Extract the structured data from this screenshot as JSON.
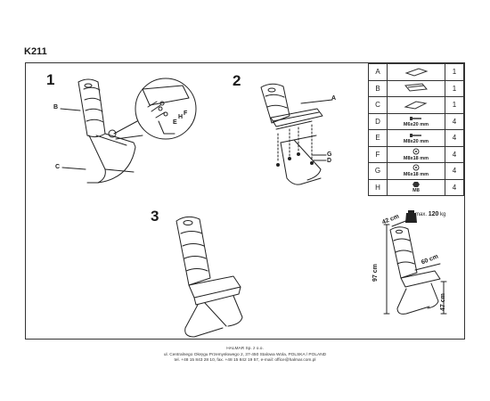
{
  "model": "K211",
  "steps": [
    "1",
    "2",
    "3"
  ],
  "callouts": {
    "step1": [
      "B",
      "C",
      "E",
      "F",
      "H"
    ],
    "step2": [
      "A",
      "G",
      "D"
    ]
  },
  "parts": [
    {
      "code": "A",
      "spec": "",
      "qty": "1",
      "icon": "seat-icon"
    },
    {
      "code": "B",
      "spec": "",
      "qty": "1",
      "icon": "backrest-icon"
    },
    {
      "code": "C",
      "spec": "",
      "qty": "1",
      "icon": "frame-icon"
    },
    {
      "code": "D",
      "spec": "M6x20 mm",
      "qty": "4",
      "icon": "bolt-icon"
    },
    {
      "code": "E",
      "spec": "M8x20 mm",
      "qty": "4",
      "icon": "bolt-icon"
    },
    {
      "code": "F",
      "spec": "M8x18 mm",
      "qty": "4",
      "icon": "washer-icon"
    },
    {
      "code": "G",
      "spec": "M6x18 mm",
      "qty": "4",
      "icon": "washer-icon"
    },
    {
      "code": "H",
      "spec": "M8",
      "qty": "4",
      "icon": "nut-icon"
    }
  ],
  "max_load": {
    "prefix": "max.",
    "value": "120",
    "unit": "kg"
  },
  "dimensions": {
    "width": "42 cm",
    "depth": "60 cm",
    "height": "97 cm",
    "seat_height": "47 cm"
  },
  "footer": [
    "HALMAR Sp. z o.o.",
    "ul. Centralnego Okręgu Przemysłowego 2, 37-450 Stalowa Wola, POLSKA / POLAND",
    "tel. +48 15 843 28 10, fax. +48 15 842 19 57, e-mail: office@halmar.com.pl"
  ]
}
